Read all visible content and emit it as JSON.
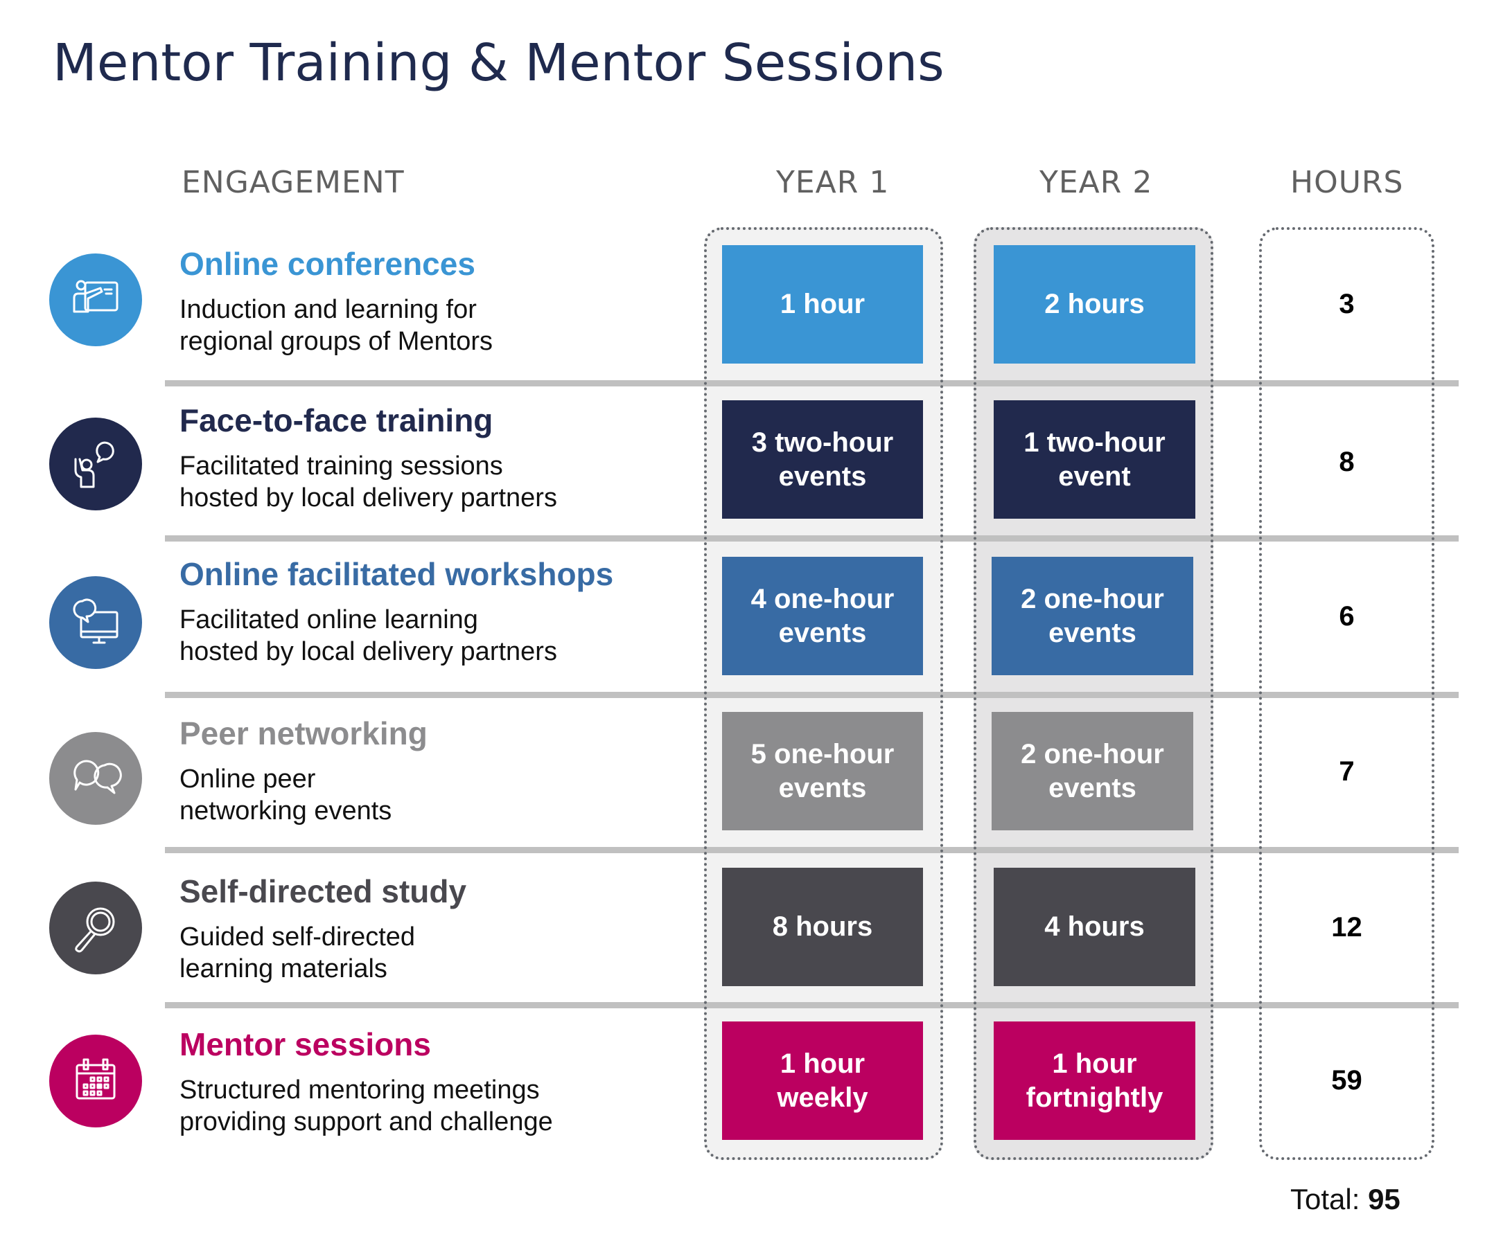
{
  "title": "Mentor Training & Mentor Sessions",
  "headers": {
    "engagement": "ENGAGEMENT",
    "year1": "YEAR 1",
    "year2": "YEAR 2",
    "hours": "HOURS"
  },
  "colors": {
    "title": "#1f2a4e",
    "header_text": "#606060",
    "divider": "#c0c0c0",
    "year1_column_bg": "#f2f2f2",
    "year2_column_bg": "#e5e4e5",
    "dotted_border": "#666a70"
  },
  "rows": [
    {
      "icon": "presenter-board-icon",
      "title": "Online conferences",
      "description": "Induction and learning for\nregional groups of Mentors",
      "color": "#3a95d4",
      "year1": "1 hour",
      "year2": "2 hours",
      "hours": "3"
    },
    {
      "icon": "person-speech-bubble-icon",
      "title": "Face-to-face training",
      "description": "Facilitated training sessions\nhosted by local delivery partners",
      "color": "#21294d",
      "year1": "3 two-hour\nevents",
      "year2": "1 two-hour\nevent",
      "hours": "8"
    },
    {
      "icon": "monitor-chat-icon",
      "title": "Online facilitated workshops",
      "description": "Facilitated online learning\nhosted by local delivery partners",
      "color": "#386ba4",
      "year1": "4 one-hour\nevents",
      "year2": "2 one-hour\nevents",
      "hours": "6"
    },
    {
      "icon": "speech-bubbles-icon",
      "title": "Peer networking",
      "description": "Online peer\nnetworking events",
      "color": "#8c8c8e",
      "year1": "5 one-hour\nevents",
      "year2": "2 one-hour\nevents",
      "hours": "7"
    },
    {
      "icon": "magnifying-glass-icon",
      "title": "Self-directed study",
      "description": "Guided self-directed\nlearning materials",
      "color": "#49484e",
      "year1": "8 hours",
      "year2": "4 hours",
      "hours": "12"
    },
    {
      "icon": "calendar-icon",
      "title": "Mentor sessions",
      "description": "Structured mentoring meetings\nproviding support and challenge",
      "color": "#bb0060",
      "year1": "1 hour\nweekly",
      "year2": "1 hour\nfortnightly",
      "hours": "59"
    }
  ],
  "total": {
    "label": "Total:",
    "value": "95"
  }
}
